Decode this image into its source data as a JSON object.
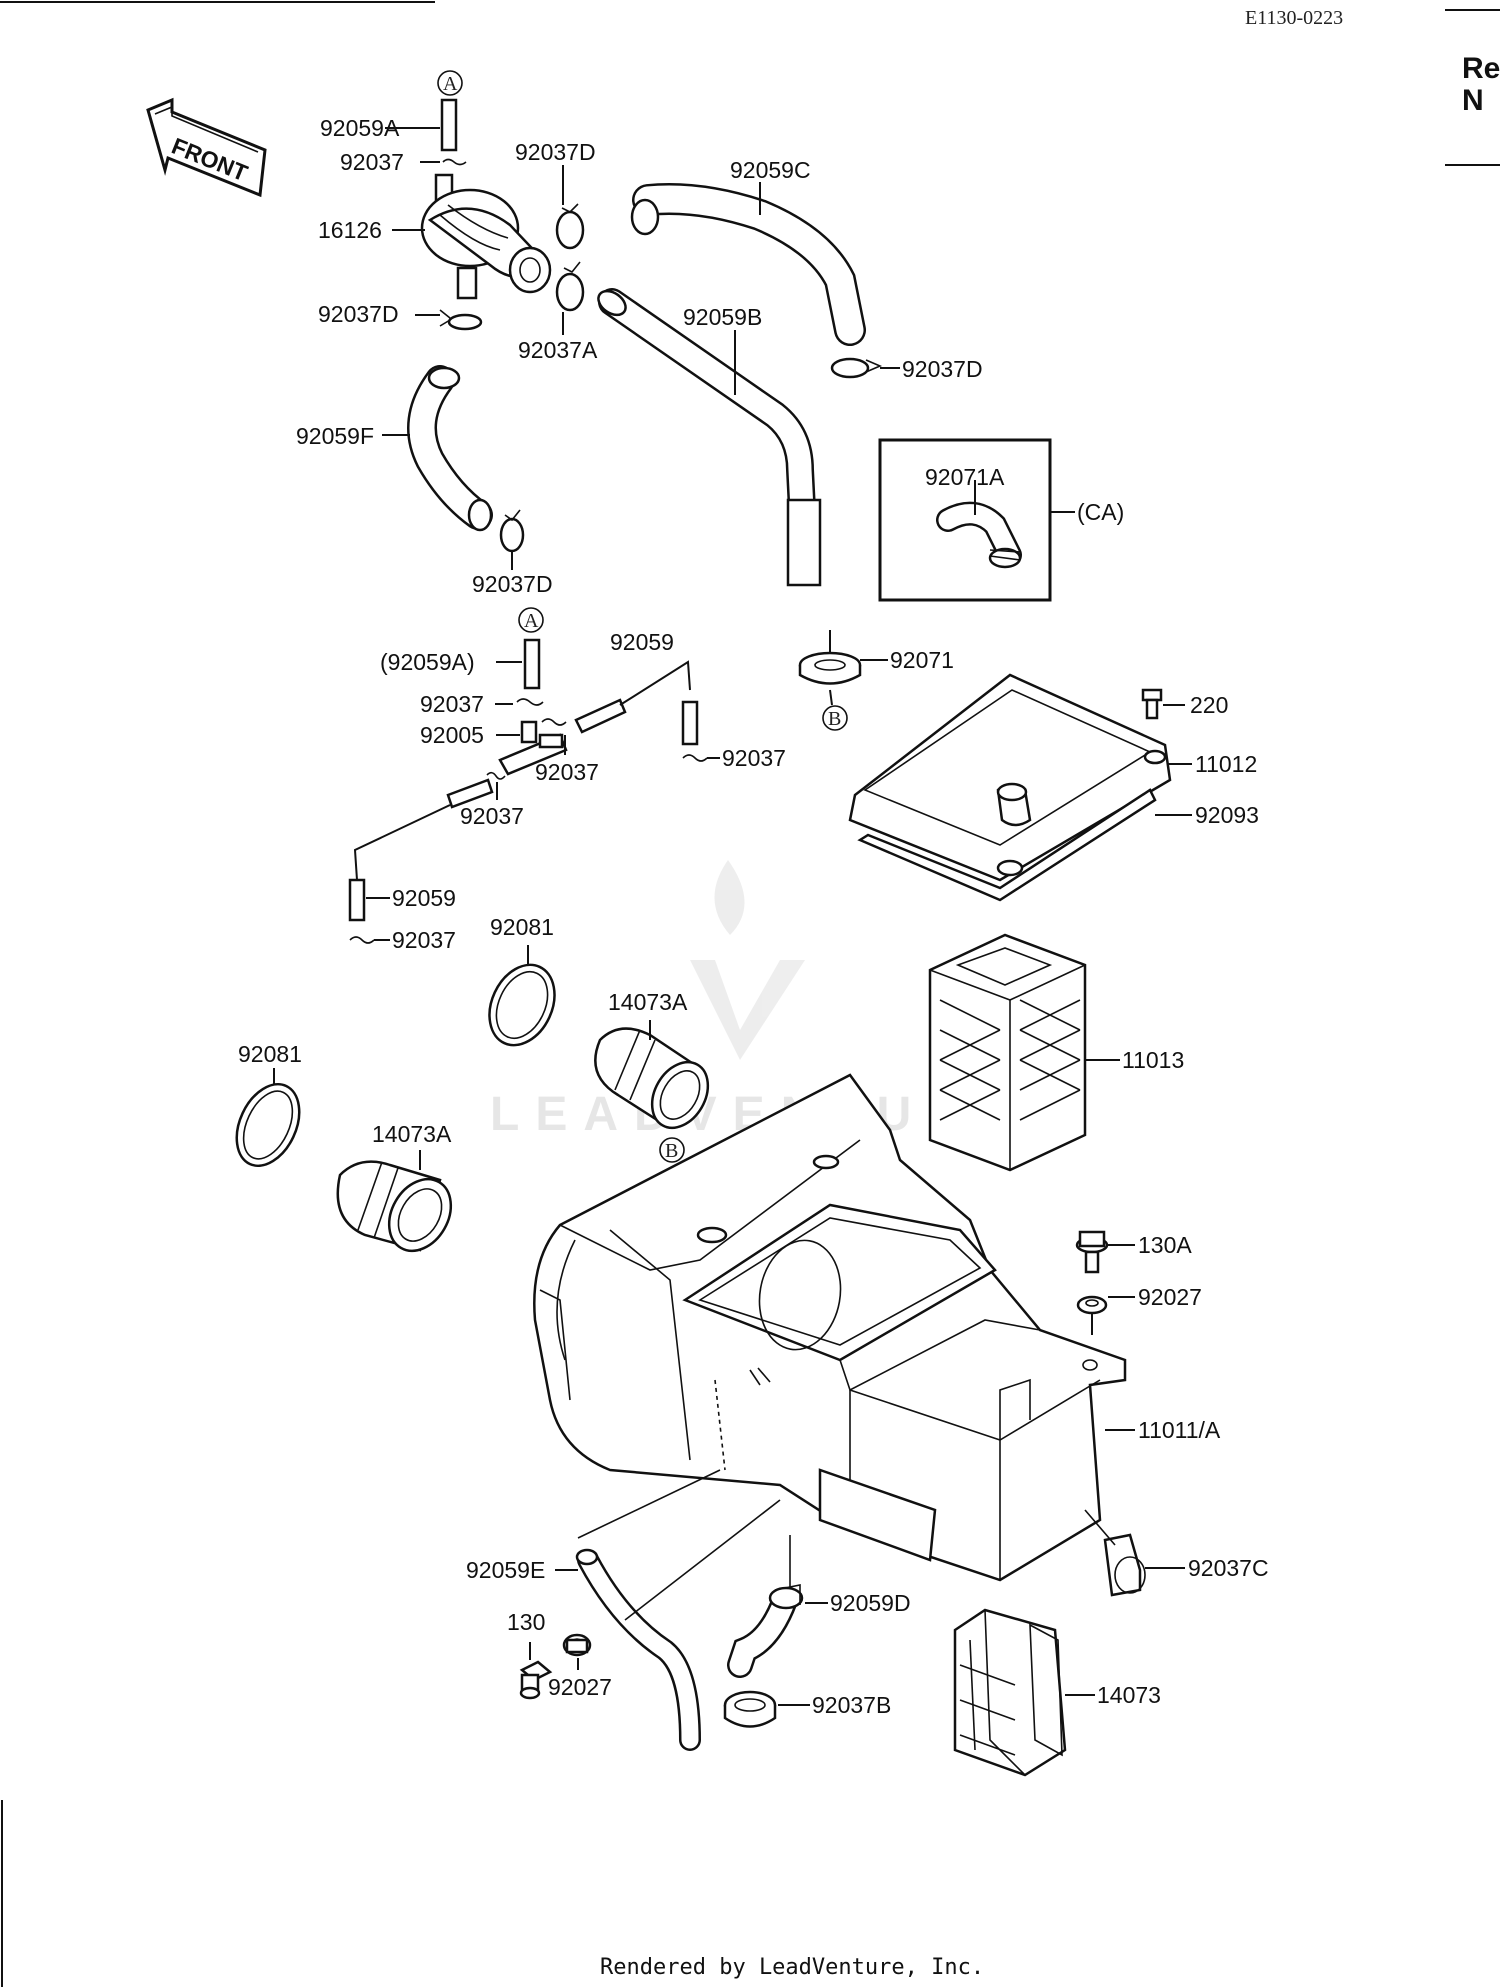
{
  "header": {
    "code": "E1130-0223",
    "side_text_1": "Re",
    "side_text_2": "N"
  },
  "front_arrow": {
    "label": "FRONT"
  },
  "callouts": {
    "circleA_top": "A",
    "circleA_mid": "A",
    "circleB_bottom": "B",
    "circleB_box": "B",
    "p92059A": "92059A",
    "p92037_top": "92037",
    "p92037D_top": "92037D",
    "p92059C": "92059C",
    "p16126": "16126",
    "p92037D_left": "92037D",
    "p92037A": "92037A",
    "p92059B": "92059B",
    "p92037D_right": "92037D",
    "p92059F": "92059F",
    "p92071A": "92071A",
    "pCA": "(CA)",
    "p92037D_low": "92037D",
    "p92059A_paren": "(92059A)",
    "p92059_mid": "92059",
    "p92037_a": "92037",
    "p92005": "92005",
    "p92037_b": "92037",
    "p92037_c": "92037",
    "p92037_d": "92037",
    "p92071": "92071",
    "p220": "220",
    "p11012": "11012",
    "p92093": "92093",
    "p92059_low": "92059",
    "p92037_e": "92037",
    "p92081_right": "92081",
    "p14073A_right": "14073A",
    "p92081_left": "92081",
    "p11013": "11013",
    "p14073A_left": "14073A",
    "p130A": "130A",
    "p92027_right": "92027",
    "p11011A": "11011/A",
    "p92059E": "92059E",
    "p92037C": "92037C",
    "p130": "130",
    "p92059D": "92059D",
    "p92027_left": "92027",
    "p14073": "14073",
    "p92037B": "92037B"
  },
  "watermark": {
    "text": "LEADVENTURE"
  },
  "footer": {
    "text": "Rendered by LeadVenture, Inc."
  }
}
